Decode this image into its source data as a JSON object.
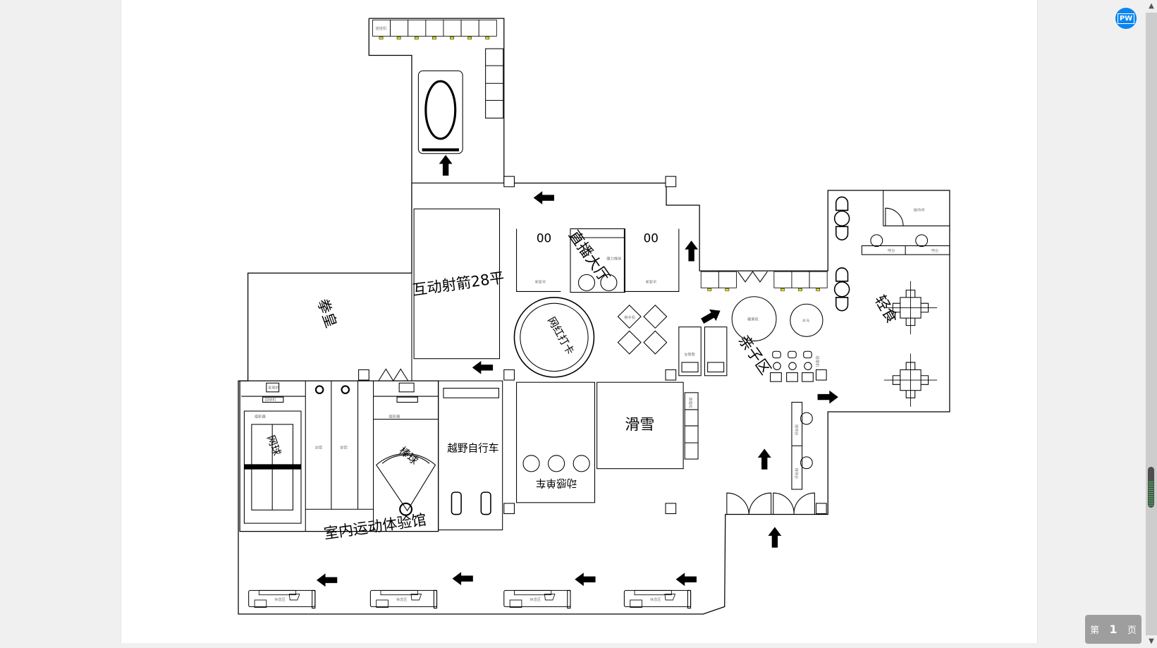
{
  "viewer": {
    "convert_button_label": "PW",
    "page_indicator": {
      "prefix": "第",
      "page": "1",
      "suffix": "页"
    },
    "scroll_position": 0.78
  },
  "plan": {
    "zones": {
      "archery_interactive": "互动射箭28平",
      "kof": "拳皇",
      "live_stream": "直播大厅",
      "checkin": "网红打卡",
      "ski": "滑雪",
      "spin_bike": "动感单车",
      "offroad_bike": "越野自行车",
      "indoor_sports": "室内运动体验馆",
      "tennis": "网球",
      "baseball": "棒球",
      "parent_child": "亲子区",
      "light_food": "轻食"
    },
    "small_labels": {
      "claw_machine": "娃娃机",
      "push_ball": "魔力推球",
      "ice_machine": "冰淇淋",
      "arm_wrestle": "掰手机",
      "rocker": "摇摇车",
      "candy": "糖果机",
      "horse": "木马",
      "capsule": "扭蛋机",
      "kitchen": "操作间",
      "bar": "吧台",
      "reception": "接待台",
      "ski_machine": "滑雪机",
      "archery": "射箭",
      "pitcher": "发球机",
      "return": "回球机",
      "camera": "摄影器",
      "rest": "休息区"
    }
  }
}
